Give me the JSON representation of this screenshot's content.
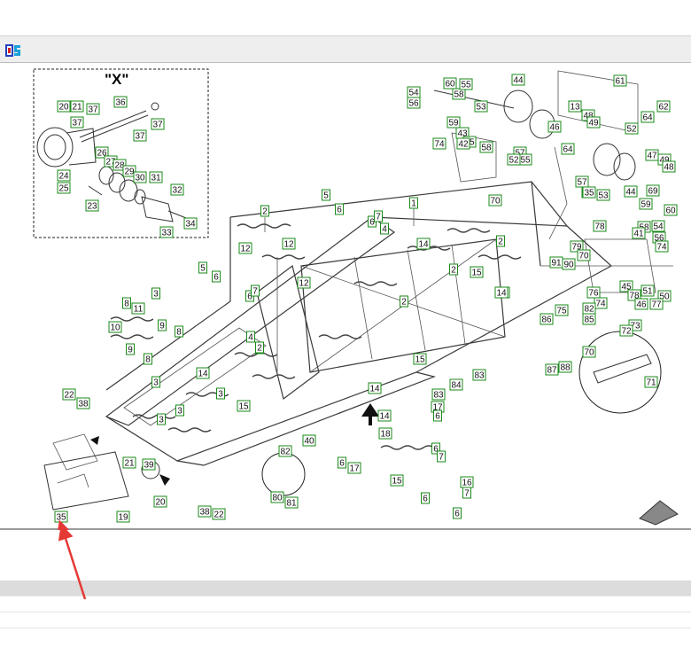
{
  "app": {
    "logo_icon": "app-logo-icon"
  },
  "colors": {
    "label_border": "#1a8a1a",
    "arrow": "#e53935",
    "drawing": "#333333"
  },
  "detail": {
    "title": "\"X\""
  },
  "labels": [
    {
      "text": "20"
    },
    {
      "text": "21"
    },
    {
      "text": "37"
    },
    {
      "text": "36"
    },
    {
      "text": "37"
    },
    {
      "text": "37"
    },
    {
      "text": "37"
    },
    {
      "text": "26"
    },
    {
      "text": "27"
    },
    {
      "text": "28"
    },
    {
      "text": "29"
    },
    {
      "text": "30"
    },
    {
      "text": "31"
    },
    {
      "text": "24"
    },
    {
      "text": "25"
    },
    {
      "text": "32"
    },
    {
      "text": "23"
    },
    {
      "text": "33"
    },
    {
      "text": "34"
    },
    {
      "text": "54"
    },
    {
      "text": "56"
    },
    {
      "text": "60"
    },
    {
      "text": "58"
    },
    {
      "text": "55"
    },
    {
      "text": "53"
    },
    {
      "text": "44"
    },
    {
      "text": "61"
    },
    {
      "text": "59"
    },
    {
      "text": "43"
    },
    {
      "text": "13"
    },
    {
      "text": "48"
    },
    {
      "text": "49"
    },
    {
      "text": "62"
    },
    {
      "text": "64"
    },
    {
      "text": "52"
    },
    {
      "text": "46"
    },
    {
      "text": "74"
    },
    {
      "text": "45"
    },
    {
      "text": "42"
    },
    {
      "text": "58"
    },
    {
      "text": "57"
    },
    {
      "text": "55"
    },
    {
      "text": "52"
    },
    {
      "text": "64"
    },
    {
      "text": "47"
    },
    {
      "text": "49"
    },
    {
      "text": "48"
    },
    {
      "text": "57"
    },
    {
      "text": "58"
    },
    {
      "text": "35"
    },
    {
      "text": "53"
    },
    {
      "text": "44"
    },
    {
      "text": "69"
    },
    {
      "text": "59"
    },
    {
      "text": "60"
    },
    {
      "text": "54"
    },
    {
      "text": "70"
    },
    {
      "text": "1"
    },
    {
      "text": "5"
    },
    {
      "text": "6"
    },
    {
      "text": "2"
    },
    {
      "text": "6"
    },
    {
      "text": "7"
    },
    {
      "text": "4"
    },
    {
      "text": "12"
    },
    {
      "text": "12"
    },
    {
      "text": "14"
    },
    {
      "text": "2"
    },
    {
      "text": "78"
    },
    {
      "text": "58"
    },
    {
      "text": "41"
    },
    {
      "text": "56"
    },
    {
      "text": "74"
    },
    {
      "text": "79"
    },
    {
      "text": "70"
    },
    {
      "text": "91"
    },
    {
      "text": "90"
    },
    {
      "text": "2"
    },
    {
      "text": "15"
    },
    {
      "text": "14"
    },
    {
      "text": "12"
    },
    {
      "text": "5"
    },
    {
      "text": "6"
    },
    {
      "text": "3"
    },
    {
      "text": "6"
    },
    {
      "text": "7"
    },
    {
      "text": "2"
    },
    {
      "text": "14"
    },
    {
      "text": "2"
    },
    {
      "text": "45"
    },
    {
      "text": "51"
    },
    {
      "text": "50"
    },
    {
      "text": "78"
    },
    {
      "text": "77"
    },
    {
      "text": "76"
    },
    {
      "text": "74"
    },
    {
      "text": "46"
    },
    {
      "text": "75"
    },
    {
      "text": "82"
    },
    {
      "text": "85"
    },
    {
      "text": "86"
    },
    {
      "text": "73"
    },
    {
      "text": "72"
    },
    {
      "text": "70"
    },
    {
      "text": "87"
    },
    {
      "text": "88"
    },
    {
      "text": "71"
    },
    {
      "text": "8"
    },
    {
      "text": "11"
    },
    {
      "text": "10"
    },
    {
      "text": "9"
    },
    {
      "text": "8"
    },
    {
      "text": "9"
    },
    {
      "text": "8"
    },
    {
      "text": "4"
    },
    {
      "text": "2"
    },
    {
      "text": "15"
    },
    {
      "text": "14"
    },
    {
      "text": "3"
    },
    {
      "text": "84"
    },
    {
      "text": "83"
    },
    {
      "text": "22"
    },
    {
      "text": "38"
    },
    {
      "text": "3"
    },
    {
      "text": "3"
    },
    {
      "text": "3"
    },
    {
      "text": "15"
    },
    {
      "text": "14"
    },
    {
      "text": "83"
    },
    {
      "text": "17"
    },
    {
      "text": "6"
    },
    {
      "text": "14"
    },
    {
      "text": "18"
    },
    {
      "text": "40"
    },
    {
      "text": "21"
    },
    {
      "text": "39"
    },
    {
      "text": "82"
    },
    {
      "text": "6"
    },
    {
      "text": "17"
    },
    {
      "text": "6"
    },
    {
      "text": "7"
    },
    {
      "text": "15"
    },
    {
      "text": "16"
    },
    {
      "text": "20"
    },
    {
      "text": "7"
    },
    {
      "text": "6"
    },
    {
      "text": "80"
    },
    {
      "text": "81"
    },
    {
      "text": "35"
    },
    {
      "text": "19"
    },
    {
      "text": "38"
    },
    {
      "text": "22"
    },
    {
      "text": "6"
    }
  ]
}
